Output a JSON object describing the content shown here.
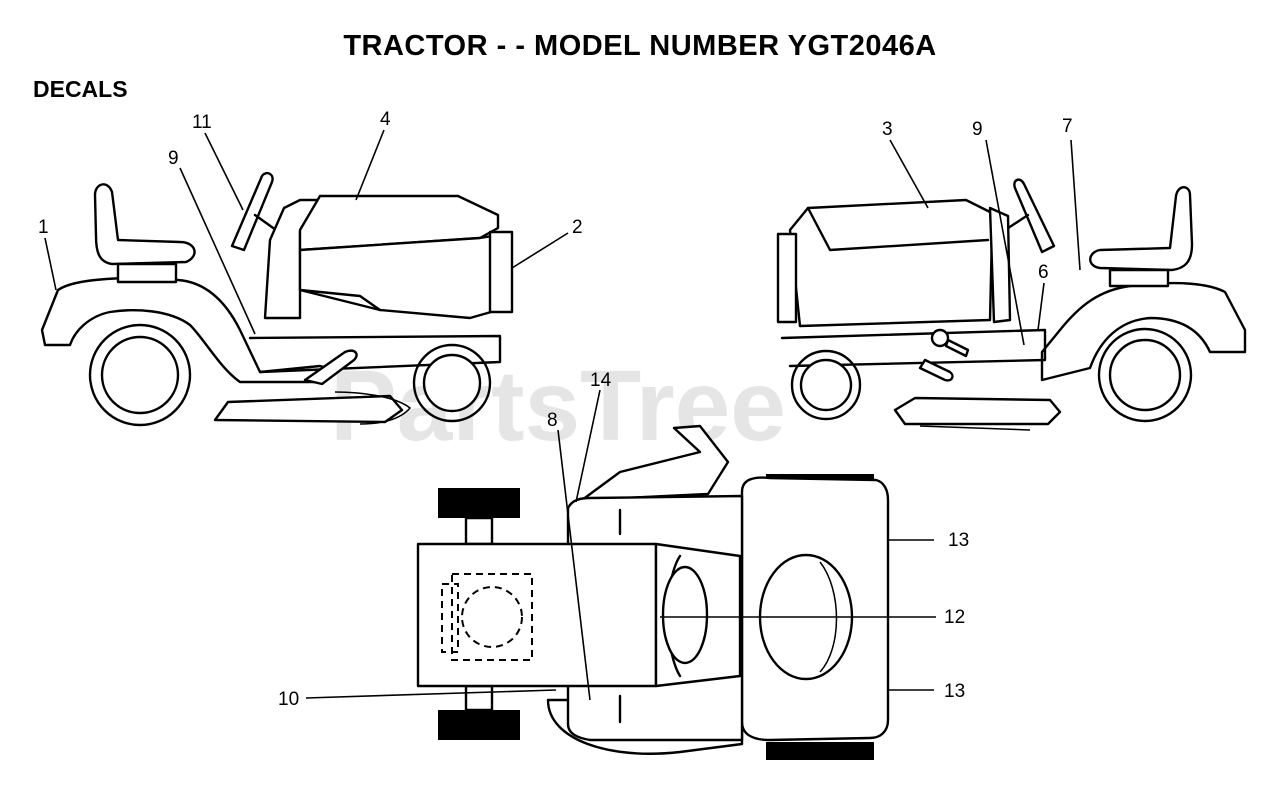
{
  "header": {
    "title": "TRACTOR - - MODEL NUMBER YGT2046A",
    "section": "DECALS"
  },
  "watermark": "PartsTree",
  "callouts": {
    "left_view": [
      "1",
      "9",
      "11",
      "4",
      "2"
    ],
    "right_view": [
      "3",
      "9",
      "7",
      "6"
    ],
    "top_view": [
      "14",
      "8",
      "13",
      "12",
      "13",
      "10"
    ]
  },
  "colors": {
    "line": "#000000",
    "watermark": "#cfcfcf",
    "background": "#ffffff"
  }
}
